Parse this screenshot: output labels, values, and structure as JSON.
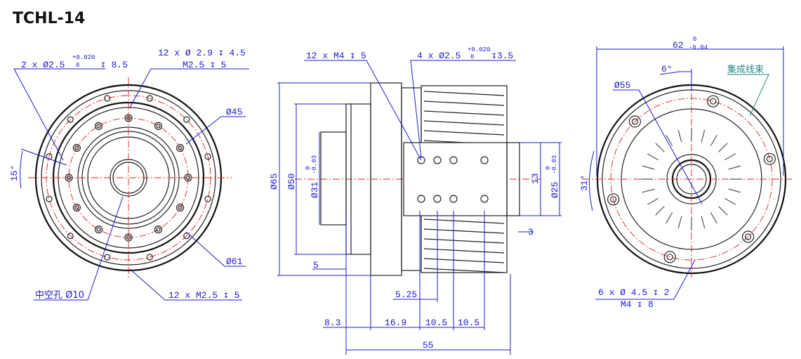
{
  "title": "TCHL-14",
  "front_view": {
    "pin_holes": "2 x Ø2.5",
    "pin_tol_upper": "+0.020",
    "pin_tol_lower": "0",
    "pin_depth": "↧ 8.5",
    "thread_holes_line1": "12 x Ø 2.9 ↧ 4.5",
    "thread_holes_line2": "M2.5 ↧ 5",
    "dia_45": "Ø45",
    "dia_61": "Ø61",
    "angle_15": "15°",
    "hollow_hole": "中空孔 Ø10",
    "bolt_holes": "12 x M2.5 ↧ 5"
  },
  "side_view": {
    "m4_holes": "12 x M4 ↧ 5",
    "pin_holes": "4 x Ø2.5",
    "pin_tol_upper": "+0.020",
    "pin_tol_lower": "0",
    "pin_depth": "↧3.5",
    "dia_65": "Ø65",
    "dia_50": "Ø50",
    "dia_31": "Ø31",
    "dia_31_tol_upper": "0",
    "dia_31_tol_lower": "-0.03",
    "dia_25": "Ø25",
    "dia_25_tol_upper": "0",
    "dia_25_tol_lower": "-0.03",
    "dim_13": "13",
    "dim_3": "3",
    "dim_5": "5",
    "dim_5_25": "5.25",
    "dim_8_3": "8.3",
    "dim_16_9": "16.9",
    "dim_10_5_a": "10.5",
    "dim_10_5_b": "10.5",
    "dim_55": "55"
  },
  "rear_view": {
    "width_62": "62",
    "width_tol_upper": "0",
    "width_tol_lower": "-0.04",
    "angle_6": "6°",
    "harness": "集成线束",
    "dia_55": "Ø55",
    "angle_31": "31°",
    "holes_line1": "6 x Ø 4.5 ↧ 2",
    "holes_line2": "M4 ↧ 8"
  }
}
